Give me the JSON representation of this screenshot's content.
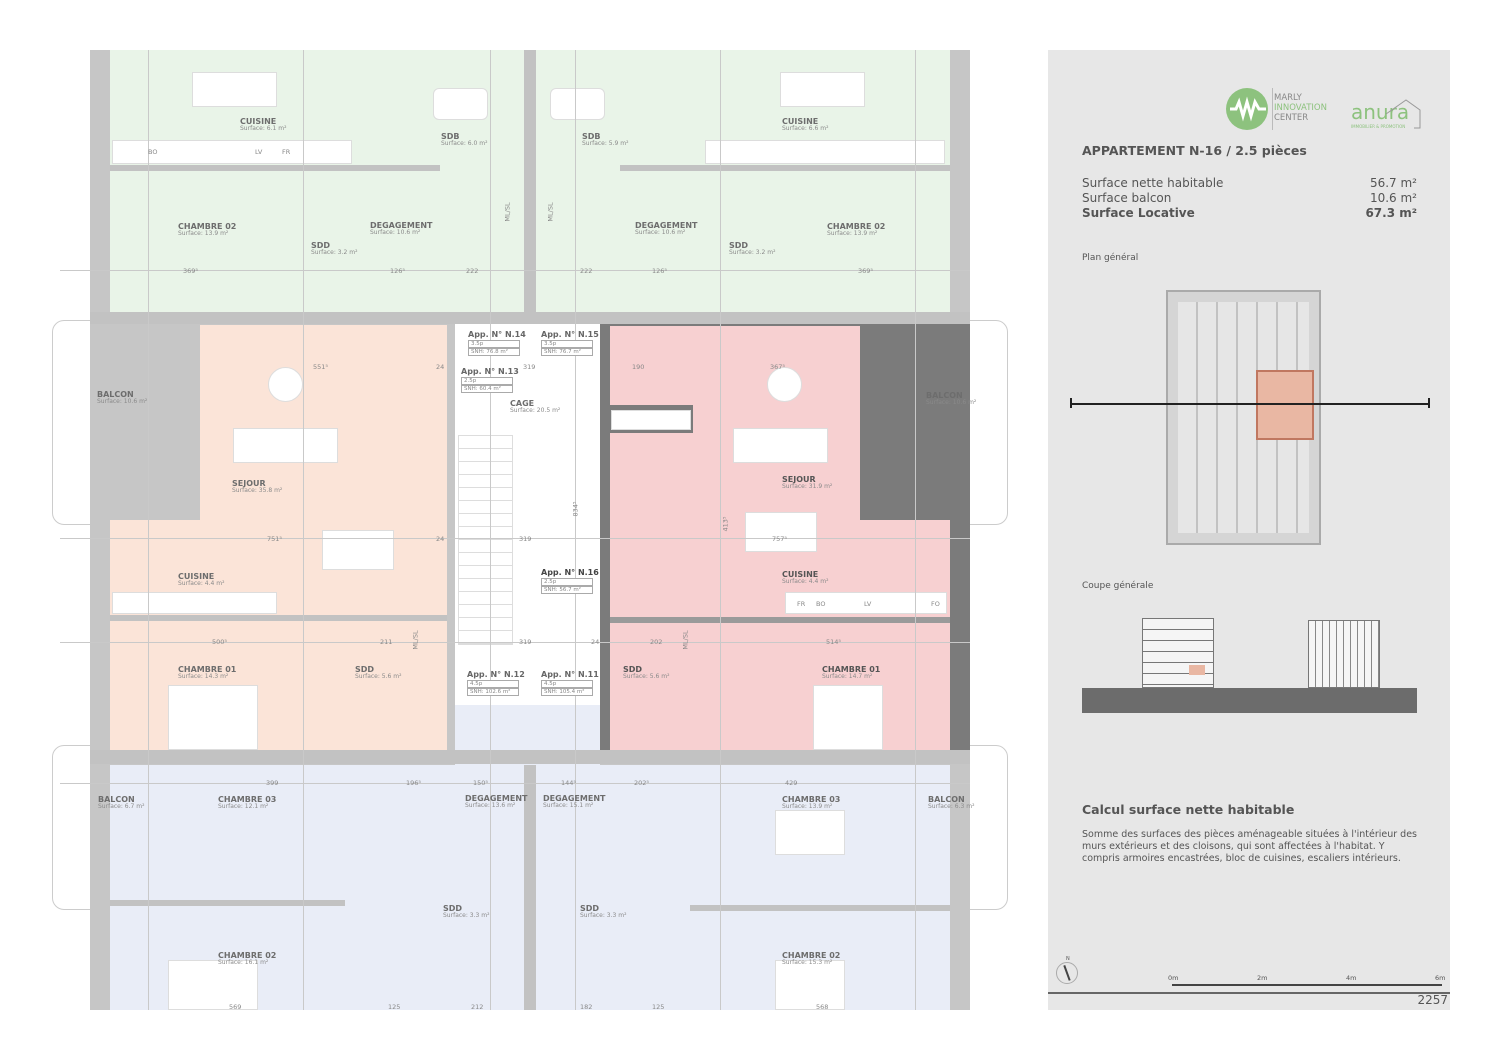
{
  "header": {
    "logo_mic": "MARLY INNOVATION CENTER",
    "logo_mic_lines": [
      "MARLY",
      "INNOVATION",
      "CENTER"
    ],
    "logo_anura": "anura",
    "logo_anura_sub": "IMMOBILIER & PROMOTION",
    "title": "APPARTEMENT N-16 / 2.5 pièces"
  },
  "summary": [
    {
      "label": "Surface nette habitable",
      "value": "56.7"
    },
    {
      "label": "Surface balcon",
      "value": "10.6"
    },
    {
      "label": "Surface Locative",
      "value": "67.3"
    }
  ],
  "plan_general_label": "Plan général",
  "coupe_label": "Coupe générale",
  "calc": {
    "title": "Calcul surface nette habitable",
    "text": "Somme des surfaces des pièces aménageable situées à l'intérieur des murs extérieurs et des cloisons, qui sont affectées à l'habitat. Y compris armoires encastrées, bloc de cuisines, escaliers intérieurs."
  },
  "compass_label": "N",
  "scale": [
    "0m",
    "2m",
    "4m",
    "6m"
  ],
  "page_number": "2257",
  "colors": {
    "green": "#e9f4e8",
    "salmon": "#fbe4d8",
    "red": "#f7d0d1",
    "blue": "#e9edf7",
    "panel": "#e7e7e7"
  },
  "rooms": [
    {
      "name": "CUISINE",
      "surface": "6.1"
    },
    {
      "name": "SDB",
      "surface": "6.0"
    },
    {
      "name": "SDB",
      "surface": "5.9"
    },
    {
      "name": "CUISINE",
      "surface": "6.6"
    },
    {
      "name": "CHAMBRE 02",
      "surface": "13.9"
    },
    {
      "name": "DEGAGEMENT",
      "surface": "10.6"
    },
    {
      "name": "SDD",
      "surface": "3.2"
    },
    {
      "name": "DEGAGEMENT",
      "surface": "10.6"
    },
    {
      "name": "SDD",
      "surface": "3.2"
    },
    {
      "name": "CHAMBRE 02",
      "surface": "13.9"
    },
    {
      "name": "BALCON",
      "surface": "10.6"
    },
    {
      "name": "CAGE",
      "surface": "20.5"
    },
    {
      "name": "SEJOUR",
      "surface": "35.8"
    },
    {
      "name": "CUISINE",
      "surface": "4.4"
    },
    {
      "name": "CHAMBRE 01",
      "surface": "14.3"
    },
    {
      "name": "SDD",
      "surface": "5.6"
    },
    {
      "name": "SEJOUR",
      "surface": "31.9"
    },
    {
      "name": "CUISINE",
      "surface": "4.4"
    },
    {
      "name": "SDD",
      "surface": "5.6"
    },
    {
      "name": "CHAMBRE 01",
      "surface": "14.7"
    },
    {
      "name": "BALCON",
      "surface": "10.6"
    },
    {
      "name": "BALCON",
      "surface": "6.7"
    },
    {
      "name": "CHAMBRE 03",
      "surface": "12.1"
    },
    {
      "name": "DEGAGEMENT",
      "surface": "13.6"
    },
    {
      "name": "DEGAGEMENT",
      "surface": "15.1"
    },
    {
      "name": "CHAMBRE 03",
      "surface": "13.9"
    },
    {
      "name": "BALCON",
      "surface": "6.3"
    },
    {
      "name": "SDD",
      "surface": "3.3"
    },
    {
      "name": "SDD",
      "surface": "3.3"
    },
    {
      "name": "CHAMBRE 02",
      "surface": "16.1"
    },
    {
      "name": "CHAMBRE 02",
      "surface": "15.3"
    }
  ],
  "apartments": [
    {
      "name": "App. N° N.14",
      "rooms": "3.5p",
      "snh": "76.8"
    },
    {
      "name": "App. N° N.15",
      "rooms": "3.5p",
      "snh": "76.7"
    },
    {
      "name": "App. N° N.13",
      "rooms": "2.5p",
      "snh": "60.4"
    },
    {
      "name": "App. N° N.16",
      "rooms": "2.5p",
      "snh": "56.7"
    },
    {
      "name": "App. N° N.12",
      "rooms": "4.5p",
      "snh": "102.6"
    },
    {
      "name": "App. N° N.11",
      "rooms": "4.5p",
      "snh": "105.4"
    }
  ],
  "dimensions": [
    "369⁵",
    "126⁵",
    "222",
    "222",
    "126⁵",
    "369⁵",
    "551⁵",
    "319",
    "190",
    "367⁵",
    "751⁵",
    "757⁵",
    "500⁵",
    "211",
    "202",
    "514⁵",
    "399",
    "196⁵",
    "150⁵",
    "144⁵",
    "202⁵",
    "429",
    "569",
    "125",
    "212",
    "182",
    "125",
    "568",
    "413⁵",
    "834⁵",
    "319",
    "319",
    "24",
    "24",
    "24"
  ],
  "fixtures": [
    "LV",
    "FR",
    "BO",
    "LV",
    "FR",
    "BO",
    "FO",
    "ML/SL",
    "ML/SL",
    "ML/SL",
    "ML/SL"
  ]
}
